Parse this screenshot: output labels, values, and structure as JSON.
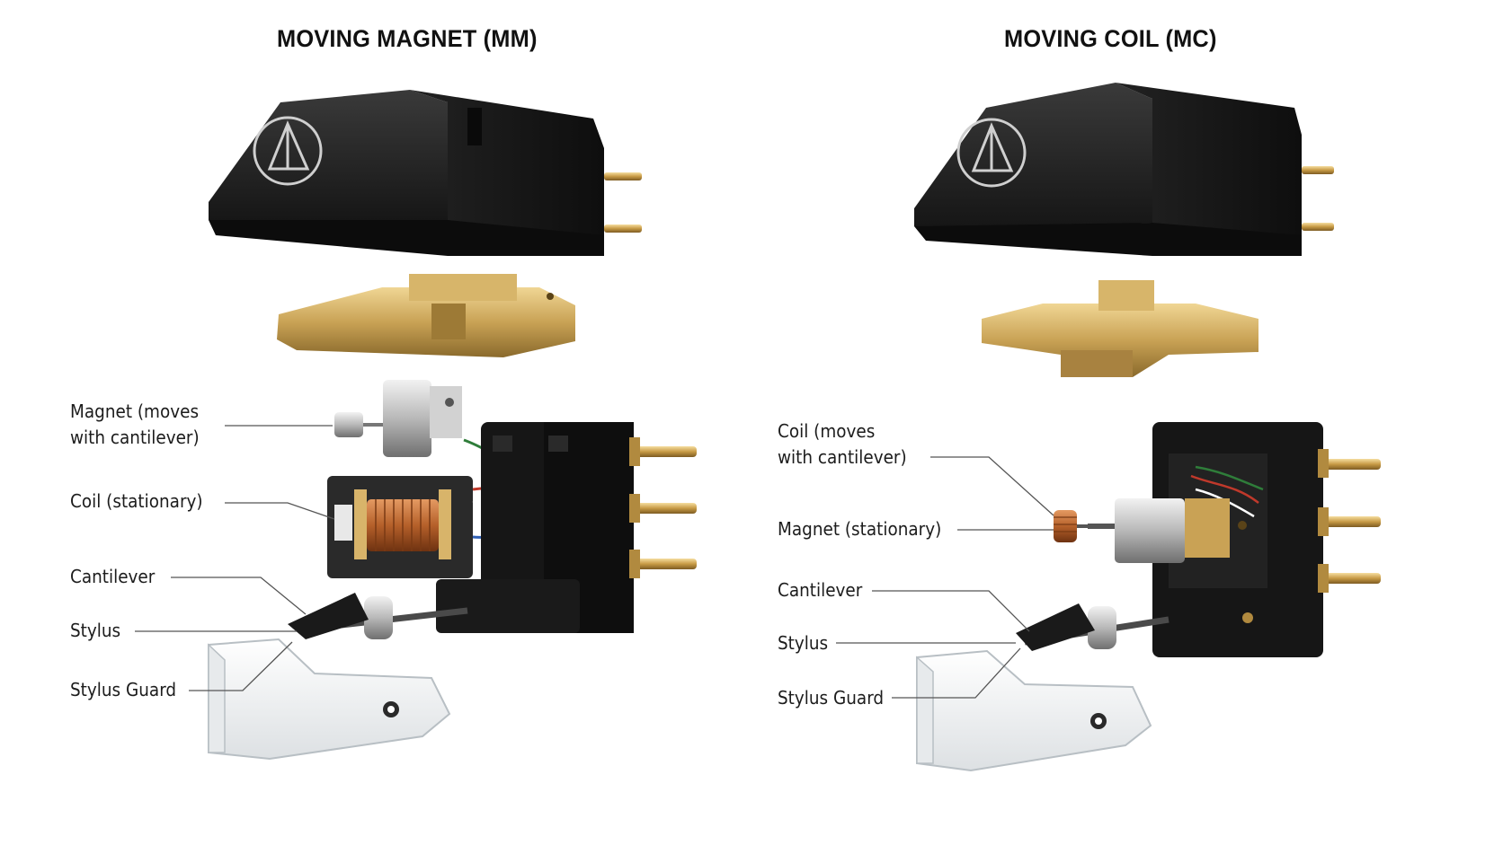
{
  "mm": {
    "title": "MOVING MAGNET (MM)",
    "labels": {
      "magnet": "Magnet (moves\nwith cantilever)",
      "coil": "Coil (stationary)",
      "cantilever": "Cantilever",
      "stylus": "Stylus",
      "stylus_guard": "Stylus Guard"
    }
  },
  "mc": {
    "title": "MOVING COIL (MC)",
    "labels": {
      "coil": "Coil (moves\nwith cantilever)",
      "magnet": "Magnet (stationary)",
      "cantilever": "Cantilever",
      "stylus": "Stylus",
      "stylus_guard": "Stylus Guard"
    }
  },
  "colors": {
    "body_black": "#1b1b1b",
    "brass": "#c9a255",
    "copper": "#b5602a",
    "leader_line": "#555555"
  }
}
